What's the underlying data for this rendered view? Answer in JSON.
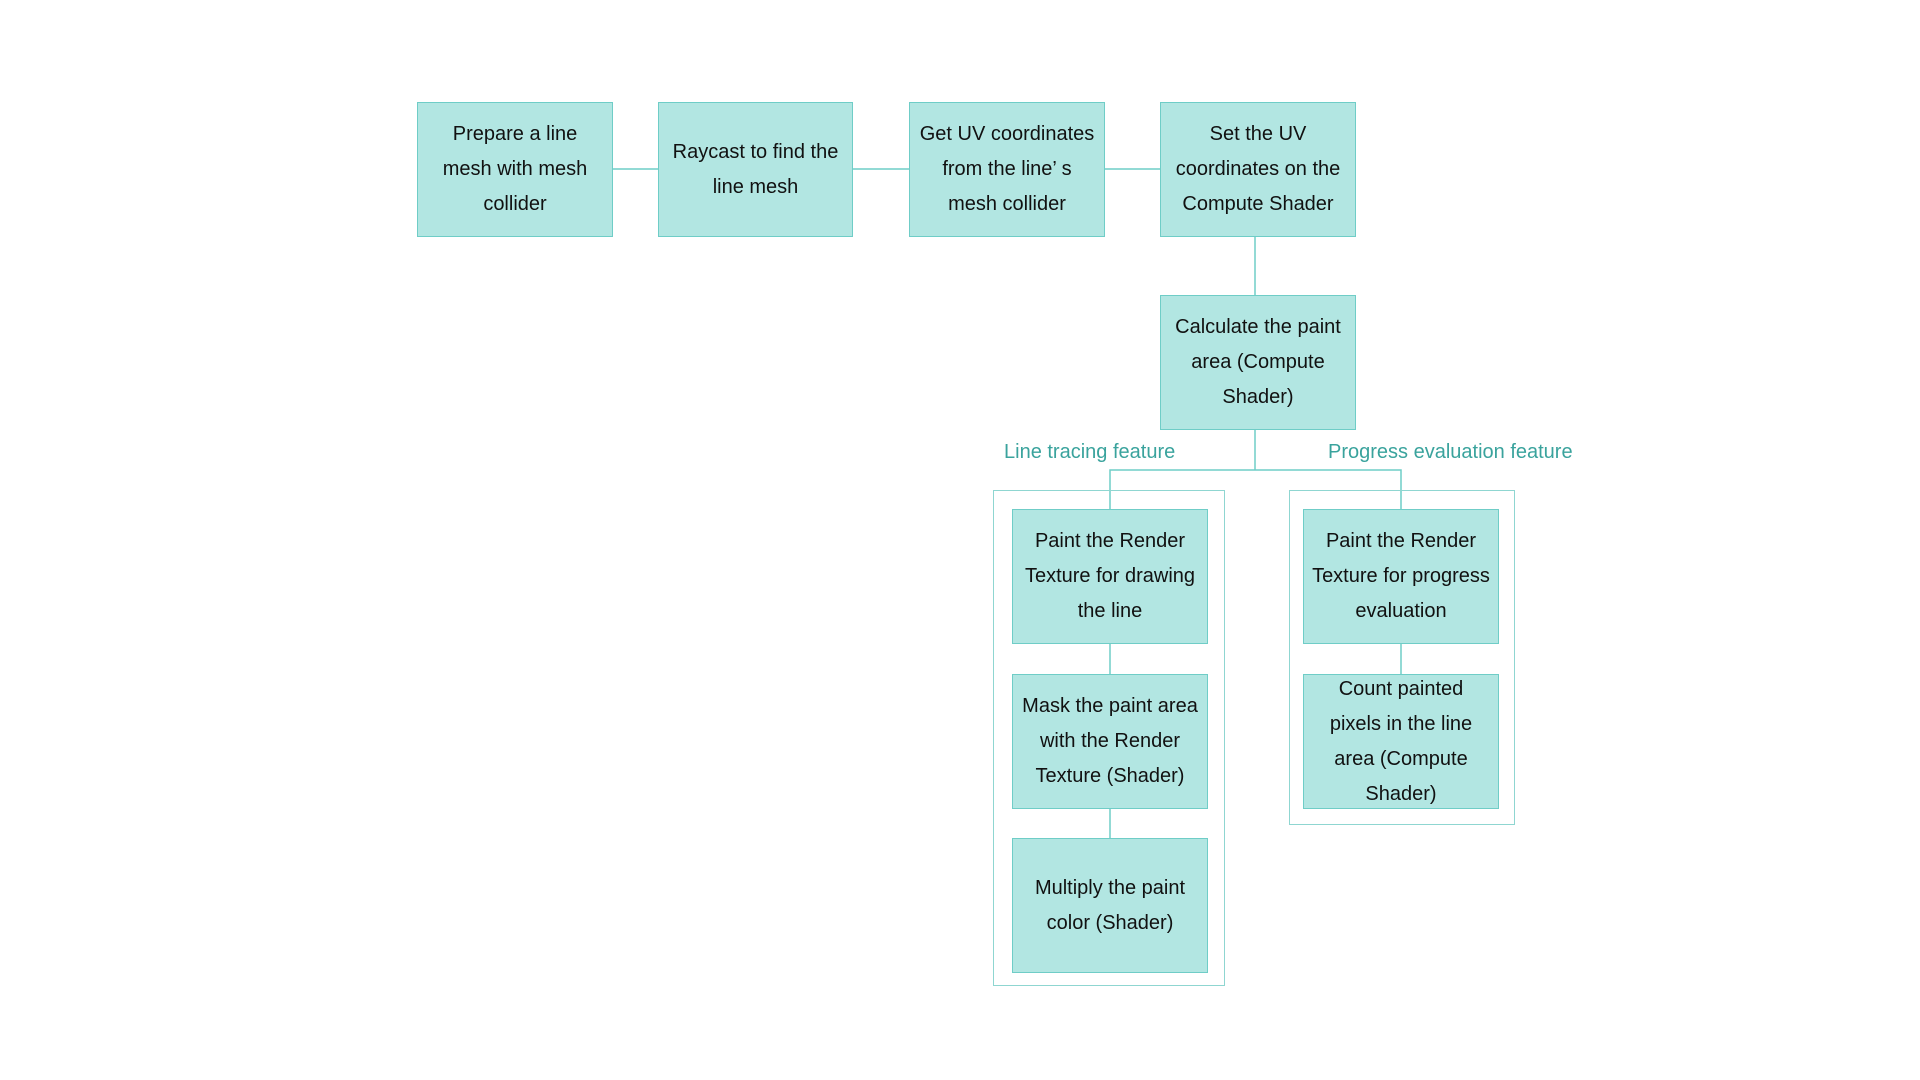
{
  "nodes": {
    "prepare": "Prepare a line mesh with mesh collider",
    "raycast": "Raycast to find the line mesh",
    "get_uv": "Get UV coordinates from the line’ s mesh collider",
    "set_uv": "Set the UV coordinates on the Compute Shader",
    "calculate": "Calculate the paint area (Compute Shader)",
    "paint_line": "Paint the Render Texture for drawing the line",
    "mask": "Mask the paint area with the Render Texture (Shader)",
    "multiply": "Multiply the paint color (Shader)",
    "paint_progress": "Paint the Render Texture for progress evaluation",
    "count": "Count painted pixels in the line area (Compute Shader)"
  },
  "groups": {
    "line_tracing": "Line tracing feature",
    "progress_evaluation": "Progress evaluation feature"
  },
  "colors": {
    "node_fill": "#b2e6e2",
    "node_border": "#6fcdc7",
    "connector": "#6fcdc7",
    "group_border": "#8fd6d1",
    "label_text": "#3aa39d"
  }
}
